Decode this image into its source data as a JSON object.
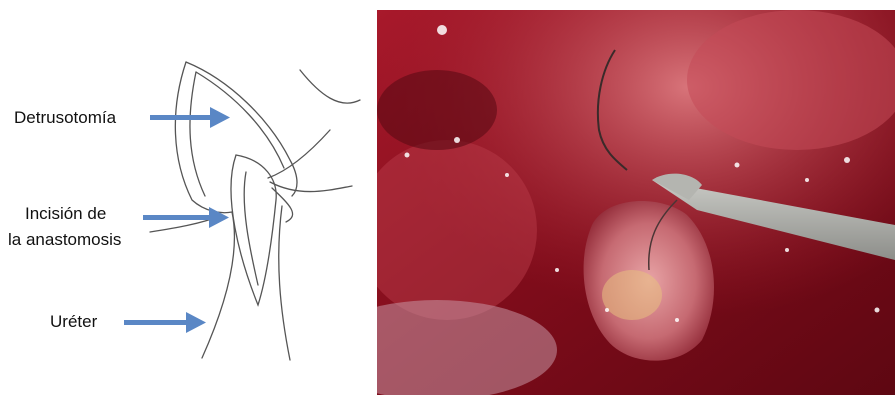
{
  "labels": {
    "detrusotomy": "Detrusotomía",
    "incision_line1": "Incisión de",
    "incision_line2": "la anastomosis",
    "ureter": "Uréter"
  },
  "colors": {
    "arrow": "#5a87c5",
    "sketch_line": "#555555",
    "tissue_dark": "#8e0f1e",
    "tissue_mid": "#b52a36",
    "instrument": "#a9aaa6"
  },
  "icons": {
    "arrow": "right-arrow-icon",
    "photo": "surgical-photo"
  }
}
